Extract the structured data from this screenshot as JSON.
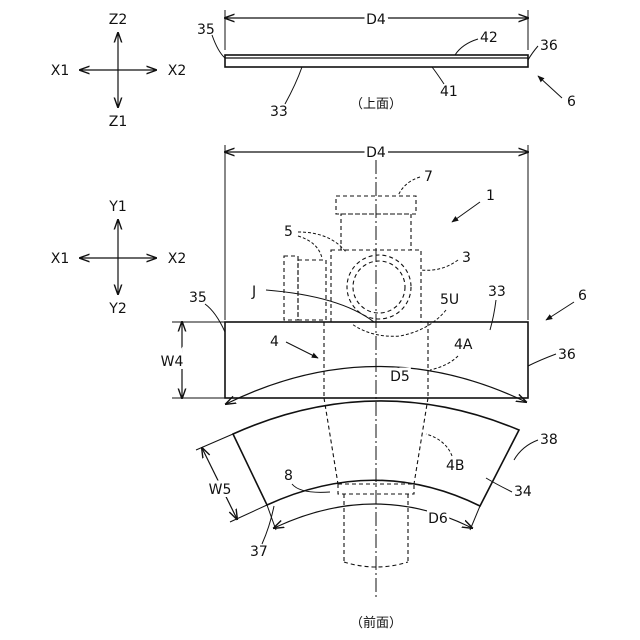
{
  "axes_top": {
    "up": "Z2",
    "down": "Z1",
    "left": "X1",
    "right": "X2"
  },
  "axes_front": {
    "up": "Y1",
    "down": "Y2",
    "left": "X1",
    "right": "X2"
  },
  "view_top_caption": "（上面）",
  "view_front_caption": "（前面）",
  "labels": {
    "d4_top": "D4",
    "d4_front": "D4",
    "n35_top": "35",
    "n36_top": "36",
    "n42": "42",
    "n41": "41",
    "n33_top": "33",
    "n6_top": "6",
    "n7": "7",
    "n1": "1",
    "n5": "5",
    "n3": "3",
    "nJ": "J",
    "n5U": "5U",
    "n33_front": "33",
    "n6_front": "6",
    "n35_front": "35",
    "w4": "W4",
    "n4": "4",
    "n4A": "4A",
    "n36_front": "36",
    "d5": "D5",
    "n38": "38",
    "n4B": "4B",
    "w5": "W5",
    "n8": "8",
    "n34": "34",
    "d6": "D6",
    "n37": "37"
  }
}
